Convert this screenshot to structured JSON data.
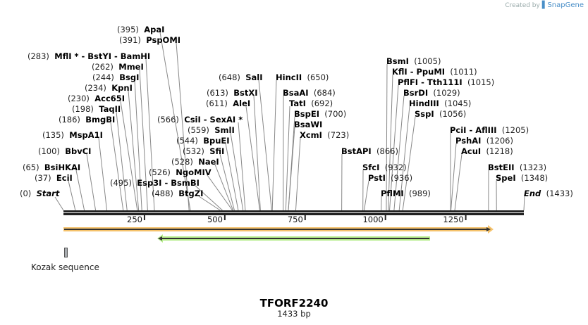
{
  "watermark": {
    "prefix": "Created by",
    "brand": "SnapGene"
  },
  "plasmid": {
    "name": "TFORF2240",
    "length_label": "1433 bp",
    "length": 1433
  },
  "scale": {
    "ticks": [
      {
        "label": "250",
        "pos": 250
      },
      {
        "label": "500",
        "pos": 500
      },
      {
        "label": "750",
        "pos": 750
      },
      {
        "label": "1000",
        "pos": 1000
      },
      {
        "label": "1250",
        "pos": 1250
      }
    ]
  },
  "features": {
    "orf_orange": {
      "color": "#f5c26b",
      "arrow": "right",
      "start": 1,
      "end": 1332
    },
    "orf_green": {
      "color": "#b6ee8c",
      "arrow": "left",
      "start": 290,
      "end": 1140
    },
    "kozak": {
      "label": "Kozak sequence",
      "color": "#a8acb0"
    }
  },
  "sites_left": [
    {
      "pos": "(395)",
      "name": "ApaI",
      "bp": 395
    },
    {
      "pos": "(391)",
      "name": "PspOMI",
      "bp": 391
    },
    {
      "pos": "(283)",
      "name": "MflI * - BstYI  - BamHI",
      "bp": 283
    },
    {
      "pos": "(262)",
      "name": "MmeI",
      "bp": 262
    },
    {
      "pos": "(244)",
      "name": "BsgI",
      "bp": 244
    },
    {
      "pos": "(234)",
      "name": "KpnI",
      "bp": 234
    },
    {
      "pos": "(230)",
      "name": "Acc65I",
      "bp": 230
    },
    {
      "pos": "(198)",
      "name": "TaqII",
      "bp": 198
    },
    {
      "pos": "(186)",
      "name": "BmgBI",
      "bp": 186
    },
    {
      "pos": "(135)",
      "name": "MspA1I",
      "bp": 135
    },
    {
      "pos": "(100)",
      "name": "BbvCI",
      "bp": 100
    },
    {
      "pos": "(65)",
      "name": "BsiHKAI",
      "bp": 65
    },
    {
      "pos": "(37)",
      "name": "EciI",
      "bp": 37
    },
    {
      "pos": "(0)",
      "name": "Start",
      "bp": 0
    },
    {
      "pos": "(566)",
      "name": "CsiI  - SexAI *",
      "bp": 566
    },
    {
      "pos": "(559)",
      "name": "SmlI",
      "bp": 559
    },
    {
      "pos": "(544)",
      "name": "BpuEI",
      "bp": 544
    },
    {
      "pos": "(532)",
      "name": "SfiI",
      "bp": 532
    },
    {
      "pos": "(528)",
      "name": "NaeI",
      "bp": 528
    },
    {
      "pos": "(526)",
      "name": "NgoMIV",
      "bp": 526
    },
    {
      "pos": "(495)",
      "name": "Esp3I  - BsmBI",
      "bp": 495
    },
    {
      "pos": "(488)",
      "name": "BtgZI",
      "bp": 488
    },
    {
      "pos": "(648)",
      "name": "SalI",
      "bp": 648
    },
    {
      "pos": "(613)",
      "name": "BstXI",
      "bp": 613
    },
    {
      "pos": "(611)",
      "name": "AleI",
      "bp": 611
    }
  ],
  "sites_right": [
    {
      "name": "HincII",
      "pos": "(650)",
      "bp": 650
    },
    {
      "name": "BsaAI",
      "pos": "(684)",
      "bp": 684
    },
    {
      "name": "TatI",
      "pos": "(692)",
      "bp": 692
    },
    {
      "name": "BspEI",
      "pos": "(700)",
      "bp": 700
    },
    {
      "name": "BsaWI",
      "pos": "",
      "bp": 700
    },
    {
      "name": "XcmI",
      "pos": "(723)",
      "bp": 723
    },
    {
      "name": "BstAPI",
      "pos": "(866)",
      "bp": 866
    },
    {
      "name": "SfcI",
      "pos": "(932)",
      "bp": 932
    },
    {
      "name": "PstI",
      "pos": "(936)",
      "bp": 936
    },
    {
      "name": "PflMI",
      "pos": "(989)",
      "bp": 989
    },
    {
      "name": "BsmI",
      "pos": "(1005)",
      "bp": 1005
    },
    {
      "name": "KflI  - PpuMI",
      "pos": "(1011)",
      "bp": 1011
    },
    {
      "name": "PflFI  - Tth111I",
      "pos": "(1015)",
      "bp": 1015
    },
    {
      "name": "BsrDI",
      "pos": "(1029)",
      "bp": 1029
    },
    {
      "name": "HindIII",
      "pos": "(1045)",
      "bp": 1045
    },
    {
      "name": "SspI",
      "pos": "(1056)",
      "bp": 1056
    },
    {
      "name": "PciI  - AflIII",
      "pos": "(1205)",
      "bp": 1205
    },
    {
      "name": "PshAI",
      "pos": "(1206)",
      "bp": 1206
    },
    {
      "name": "AcuI",
      "pos": "(1218)",
      "bp": 1218
    },
    {
      "name": "BstEII",
      "pos": "(1323)",
      "bp": 1323
    },
    {
      "name": "SpeI",
      "pos": "(1348)",
      "bp": 1348
    },
    {
      "name": "End",
      "pos": "(1433)",
      "bp": 1433
    }
  ]
}
